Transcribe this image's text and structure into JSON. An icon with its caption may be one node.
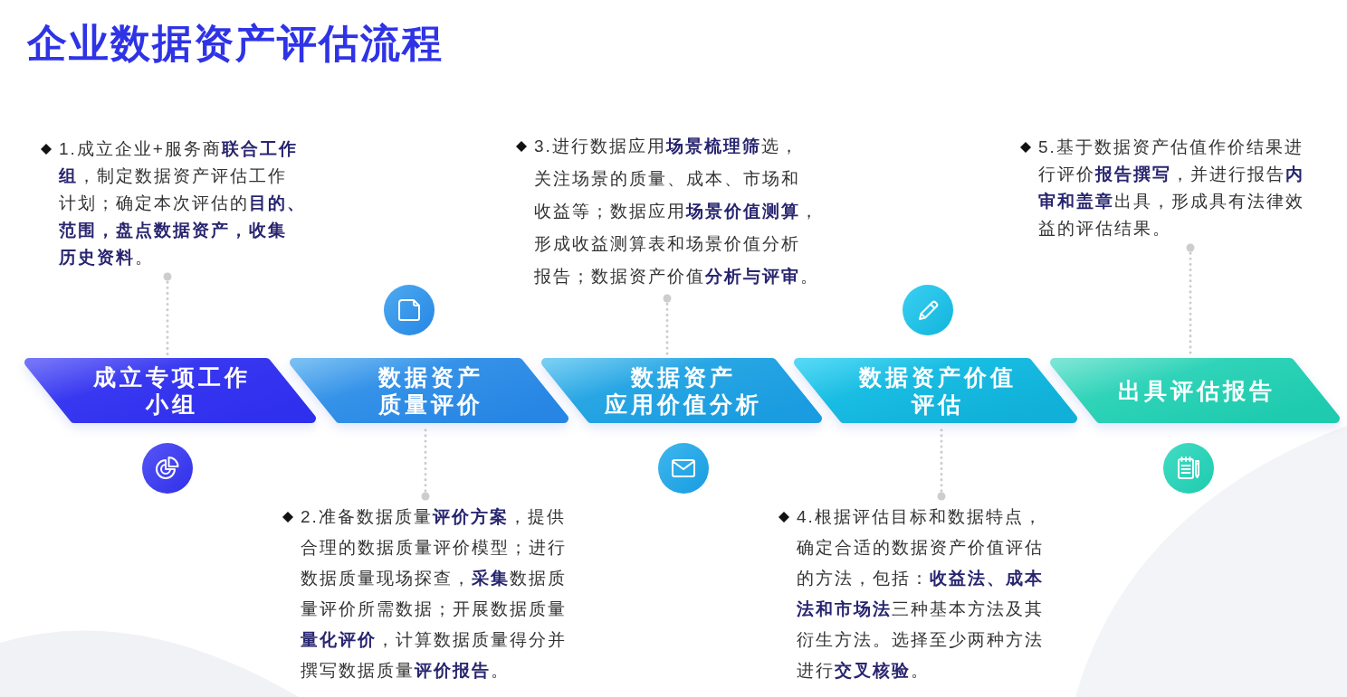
{
  "diagram": {
    "title": "企业数据资产评估流程",
    "nodes": [
      {
        "text": [
          "1.成立企业+服务商**联合工作组**，制定数据资产评估工作计划；确定本次评估的**目的、范围，盘点数据资产，收集历史资料**。"
        ]
      },
      {
        "text": [
          "3.进行数据应用**场景梳理筛**选，关注场景的质量、成本、市场和收益等；数据应用**场景价值测算**，形成收益测算表和场景价值分析报告；数据资产价值**分析与评审**。"
        ]
      },
      {
        "text": [
          "5.基于数据资产估值作价结果进行评价**报告撰写**，并进行报告**内审和盖章**出具，形成具有法律效益的评估结果。"
        ]
      },
      {
        "text": [
          "成立专项工作小组"
        ]
      },
      {
        "text": [
          "数据资产质量评价"
        ]
      },
      {
        "text": [
          "数据资产应用价值分析"
        ]
      },
      {
        "text": [
          "数据资产价值评估"
        ]
      },
      {
        "text": [
          "出具评估报告"
        ]
      },
      {
        "text": [
          "2.准备数据质量**评价方案**，提供合理的数据质量评价模型；进行数据质量现场探查，**采集**数据质量评价所需数据；开展数据质量**量化评价**，计算数据质量得分并撰写数据质量**评价报告**。"
        ]
      },
      {
        "text": [
          "4.根据评估目标和数据特点，确定合适的数据资产价值评估的方法，包括：**收益法、成本法和市场法**三种基本方法及其衍生方法。选择至少两种方法进行**交叉核验**。"
        ]
      }
    ],
    "edges": [
      {
        "from": 0,
        "to": 3,
        "arrow": "other",
        "style": "dashed"
      },
      {
        "from": 8,
        "to": 4,
        "arrow": "other",
        "style": "dashed"
      },
      {
        "from": 1,
        "to": 5,
        "arrow": "other",
        "style": "dashed"
      },
      {
        "from": 9,
        "to": 6,
        "arrow": "other",
        "style": "dashed"
      },
      {
        "from": 2,
        "to": 7,
        "arrow": "other",
        "style": "dashed"
      }
    ]
  }
}
